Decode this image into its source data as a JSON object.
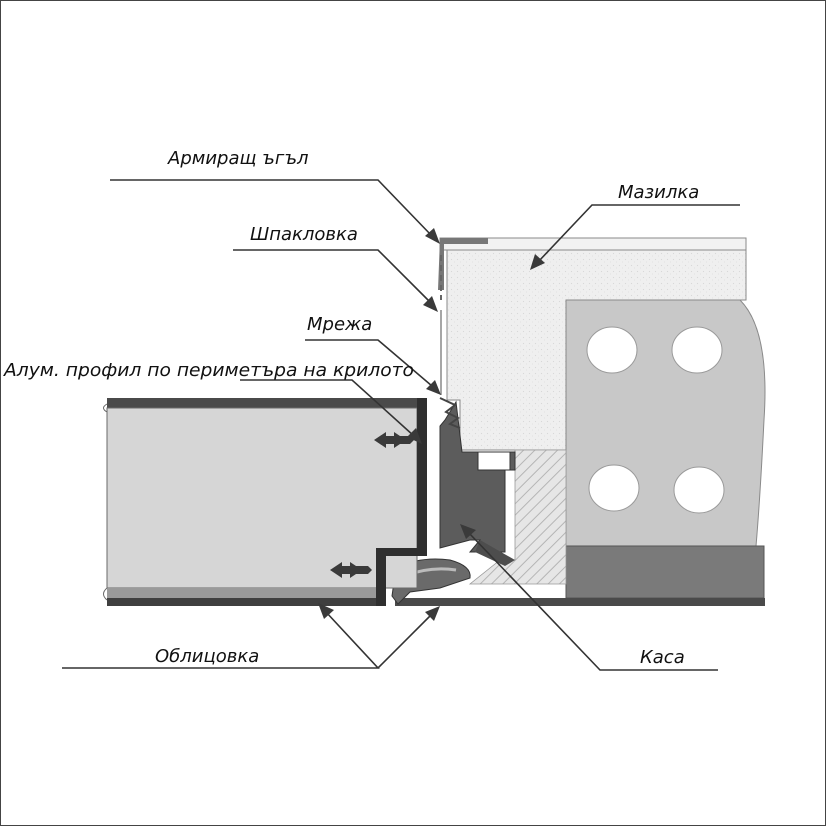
{
  "labels": {
    "corner_bead": "Армиращ ъгъл",
    "putty": "Шпакловка",
    "mesh": "Мрежа",
    "alu_profile": "Алум. профил по периметъра на крилото",
    "plaster": "Мазилка",
    "cladding": "Облицовка",
    "frame": "Каса"
  },
  "colors": {
    "background": "#ffffff",
    "plaster_fill": "#eeeeee",
    "block_fill": "#c9c9c9",
    "frame_dark": "#555555",
    "door_panel": "#d6d6d6",
    "leader": "#333333"
  }
}
